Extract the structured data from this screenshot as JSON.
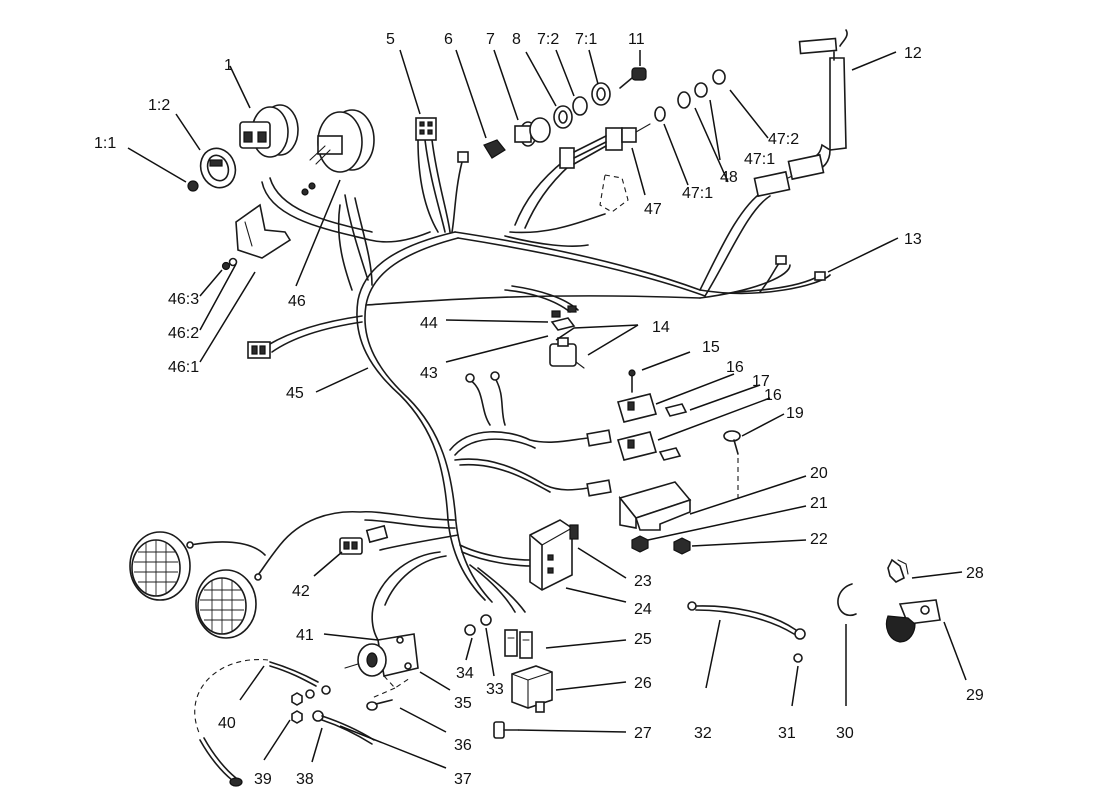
{
  "labels": [
    {
      "key": "p1_1",
      "text": "1:1"
    },
    {
      "key": "p1_2",
      "text": "1:2"
    },
    {
      "key": "p1",
      "text": "1"
    },
    {
      "key": "p5",
      "text": "5"
    },
    {
      "key": "p6",
      "text": "6"
    },
    {
      "key": "p7",
      "text": "7"
    },
    {
      "key": "p8",
      "text": "8"
    },
    {
      "key": "p7_2",
      "text": "7:2"
    },
    {
      "key": "p7_1",
      "text": "7:1"
    },
    {
      "key": "p11",
      "text": "11"
    },
    {
      "key": "p12",
      "text": "12"
    },
    {
      "key": "p47_2",
      "text": "47:2"
    },
    {
      "key": "p47_1a",
      "text": "47:1"
    },
    {
      "key": "p48",
      "text": "48"
    },
    {
      "key": "p47_1b",
      "text": "47:1"
    },
    {
      "key": "p47",
      "text": "47"
    },
    {
      "key": "p13",
      "text": "13"
    },
    {
      "key": "p46",
      "text": "46"
    },
    {
      "key": "p46_3",
      "text": "46:3"
    },
    {
      "key": "p46_2",
      "text": "46:2"
    },
    {
      "key": "p46_1",
      "text": "46:1"
    },
    {
      "key": "p44",
      "text": "44"
    },
    {
      "key": "p14",
      "text": "14"
    },
    {
      "key": "p43",
      "text": "43"
    },
    {
      "key": "p45",
      "text": "45"
    },
    {
      "key": "p15",
      "text": "15"
    },
    {
      "key": "p16a",
      "text": "16"
    },
    {
      "key": "p17",
      "text": "17"
    },
    {
      "key": "p16b",
      "text": "16"
    },
    {
      "key": "p19",
      "text": "19"
    },
    {
      "key": "p20",
      "text": "20"
    },
    {
      "key": "p21",
      "text": "21"
    },
    {
      "key": "p22",
      "text": "22"
    },
    {
      "key": "p23",
      "text": "23"
    },
    {
      "key": "p24",
      "text": "24"
    },
    {
      "key": "p25",
      "text": "25"
    },
    {
      "key": "p26",
      "text": "26"
    },
    {
      "key": "p27",
      "text": "27"
    },
    {
      "key": "p28",
      "text": "28"
    },
    {
      "key": "p29",
      "text": "29"
    },
    {
      "key": "p30",
      "text": "30"
    },
    {
      "key": "p31",
      "text": "31"
    },
    {
      "key": "p32",
      "text": "32"
    },
    {
      "key": "p33",
      "text": "33"
    },
    {
      "key": "p34",
      "text": "34"
    },
    {
      "key": "p35",
      "text": "35"
    },
    {
      "key": "p36",
      "text": "36"
    },
    {
      "key": "p37",
      "text": "37"
    },
    {
      "key": "p38",
      "text": "38"
    },
    {
      "key": "p39",
      "text": "39"
    },
    {
      "key": "p40",
      "text": "40"
    },
    {
      "key": "p41",
      "text": "41"
    },
    {
      "key": "p42",
      "text": "42"
    }
  ]
}
